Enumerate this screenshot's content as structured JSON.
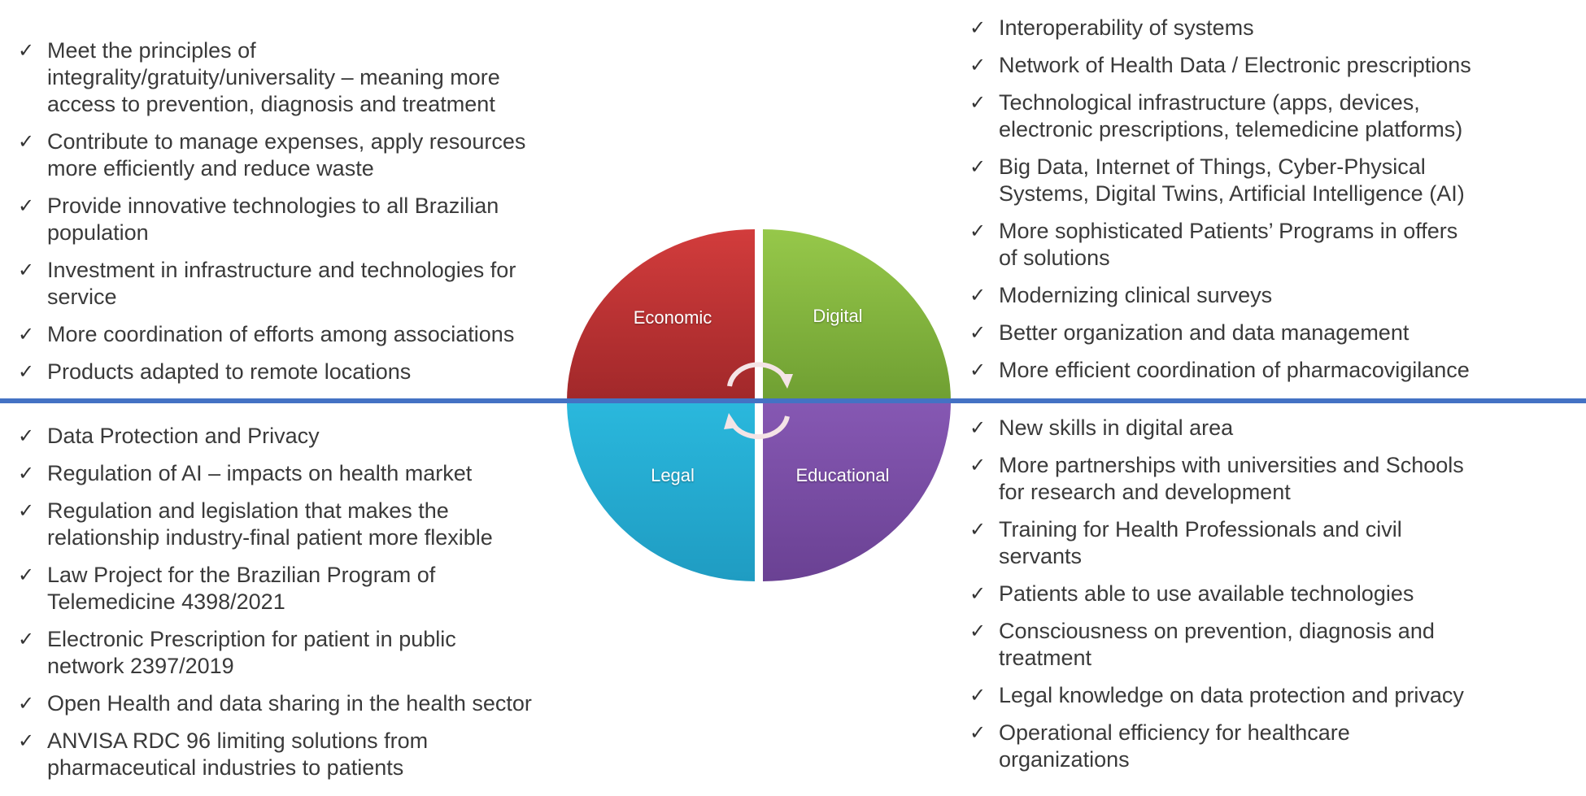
{
  "wheel": {
    "quadrants": [
      {
        "label": "Economic",
        "color": "#b52f30"
      },
      {
        "label": "Digital",
        "color": "#86b83c"
      },
      {
        "label": "Legal",
        "color": "#27b1d6"
      },
      {
        "label": "Educational",
        "color": "#7a4fa3"
      }
    ],
    "divider_color": "#4472c4"
  },
  "economic_items": [
    [
      "Meet the principles of",
      "integrality/gratuity/universality – meaning more",
      "access to prevention, diagnosis and treatment"
    ],
    [
      "Contribute to manage expenses, apply resources",
      "more efficiently and reduce waste"
    ],
    [
      "Provide innovative technologies to all Brazilian",
      "population"
    ],
    [
      "Investment in infrastructure and technologies for",
      "service"
    ],
    [
      "More coordination of efforts among associations"
    ],
    [
      "Products adapted to remote locations"
    ]
  ],
  "digital_items": [
    [
      "Interoperability of systems"
    ],
    [
      "Network of Health Data / Electronic prescriptions"
    ],
    [
      "Technological infrastructure (apps, devices,",
      "electronic prescriptions, telemedicine platforms)"
    ],
    [
      "Big Data, Internet of Things, Cyber-Physical",
      "Systems, Digital Twins, Artificial Intelligence (AI)"
    ],
    [
      "More sophisticated Patients’ Programs in offers",
      "of solutions"
    ],
    [
      "Modernizing clinical surveys"
    ],
    [
      "Better organization and data management"
    ],
    [
      "More efficient coordination of pharmacovigilance"
    ]
  ],
  "legal_items": [
    [
      "Data Protection and Privacy"
    ],
    [
      "Regulation of AI – impacts on health market"
    ],
    [
      "Regulation and legislation that makes the",
      "relationship industry-final patient more flexible"
    ],
    [
      "Law Project for the Brazilian Program of",
      "Telemedicine 4398/2021"
    ],
    [
      "Electronic Prescription for patient in public",
      "network 2397/2019"
    ],
    [
      "Open Health and data sharing in the health sector"
    ],
    [
      "ANVISA RDC 96 limiting solutions from",
      "pharmaceutical industries to patients"
    ]
  ],
  "educational_items": [
    [
      "New skills in digital area"
    ],
    [
      "More partnerships with universities and Schools",
      "for research and development"
    ],
    [
      "Training for Health Professionals and civil",
      "servants"
    ],
    [
      "Patients able to use available technologies"
    ],
    [
      "Consciousness on prevention, diagnosis and",
      "treatment"
    ],
    [
      "Legal knowledge on data protection and privacy"
    ],
    [
      "Operational efficiency for healthcare",
      "organizations"
    ]
  ],
  "check_icon": "✓"
}
